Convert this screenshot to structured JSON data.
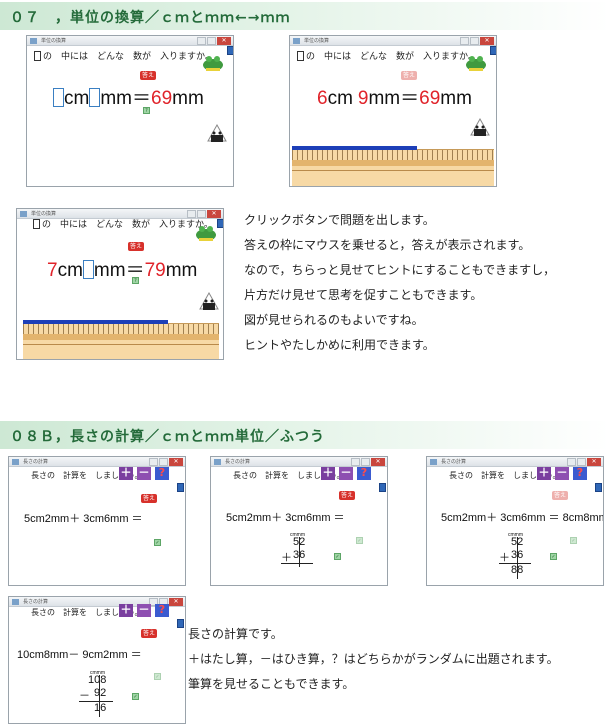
{
  "section07": {
    "title": "０７　，単位の換算／ｃｍとｍｍ←→ｍｍ",
    "window_title": "単位の換算",
    "prompt": "の　中には　どんな　数が　入りますか。",
    "answer_label": "答え",
    "q_label": "?",
    "shots": [
      {
        "first": "",
        "unit1": "cm",
        "second": "",
        "unit2": "mm",
        "equals": "＝",
        "result": "69",
        "unit3": "mm"
      },
      {
        "first": "6",
        "unit1": "cm",
        "second": "9",
        "unit2": "mm",
        "equals": "＝",
        "result": "69",
        "unit3": "mm"
      },
      {
        "first": "7",
        "unit1": "cm",
        "second": "",
        "unit2": "mm",
        "equals": "＝",
        "result": "79",
        "unit3": "mm"
      }
    ],
    "description": [
      "クリックボタンで問題を出します。",
      "答えの枠にマウスを乗せると，答えが表示されます。",
      "なので，ちらっと見せてヒントにすることもできますし，",
      "片方だけ見せて思考を促すこともできます。",
      "図が見せられるのもよいですね。",
      "ヒントやたしかめに利用できます。"
    ]
  },
  "section08": {
    "title": "０８Ｂ，長さの計算／ｃｍとｍｍ単位／ふつう",
    "window_title": "長さの計算",
    "prompt": "長さの　計算を　しましょう。",
    "plus": "＋",
    "minus": "－",
    "question": "?",
    "answer_label": "答え",
    "shots": [
      {
        "equation": "5cm2mm＋ 3cm6mm ＝",
        "unit": "",
        "top": "",
        "op": "",
        "bottom": "",
        "answer": ""
      },
      {
        "equation": "5cm2mm＋ 3cm6mm ＝",
        "unit": "cmmm",
        "top": "52",
        "op": "＋",
        "bottom": "36",
        "answer": ""
      },
      {
        "equation": "5cm2mm＋ 3cm6mm ＝ 8cm8mm",
        "unit": "cmmm",
        "top": "52",
        "op": "＋",
        "bottom": "36",
        "answer": "88"
      },
      {
        "equation": "10cm8mm－ 9cm2mm ＝",
        "unit": "cmmm",
        "top": "108",
        "op": "－",
        "bottom": "92",
        "answer": "16"
      }
    ],
    "description": [
      "長さの計算です。",
      "＋はたし算，－はひき算，？はどちらかがランダムに出題されます。",
      "筆算を見せることもできます。"
    ]
  }
}
